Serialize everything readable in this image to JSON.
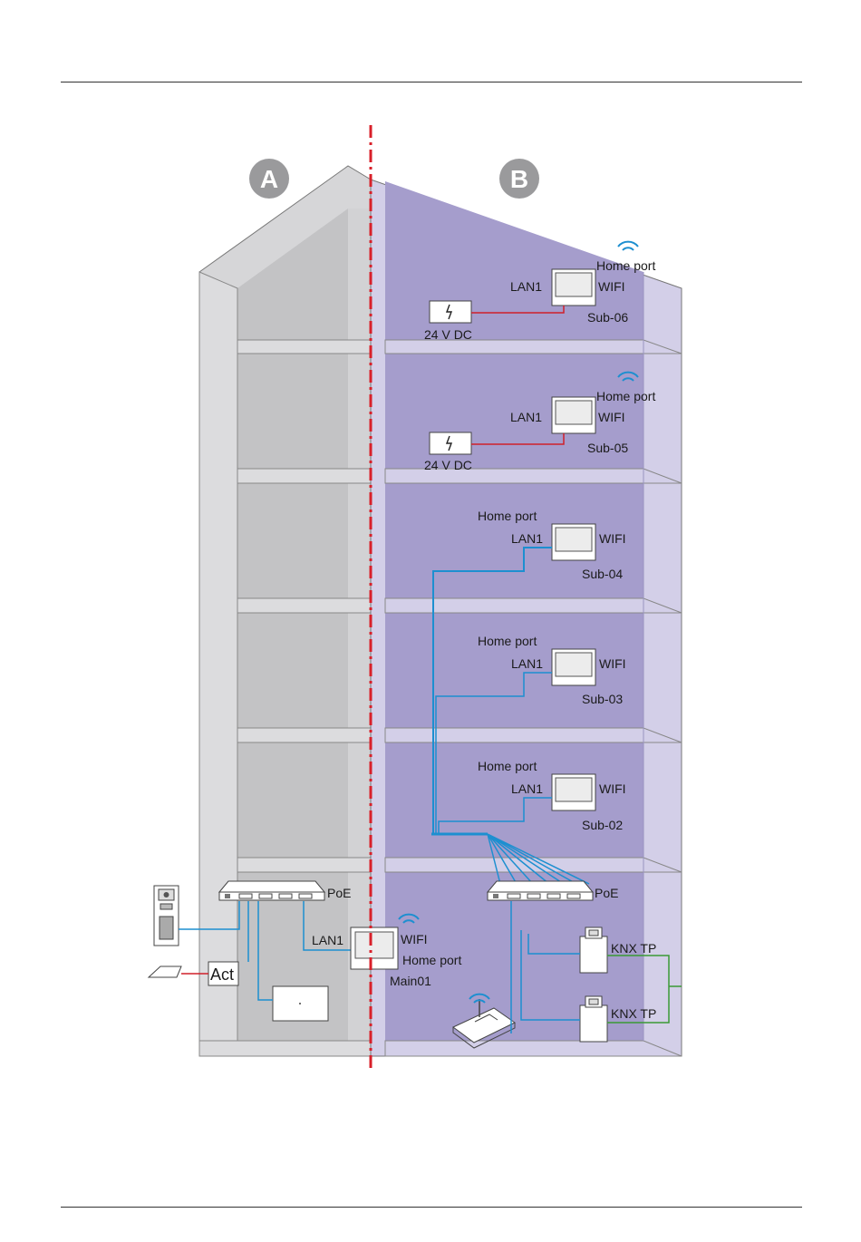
{
  "zones": {
    "a": "A",
    "b": "B"
  },
  "floors": [
    {
      "id": "Sub-06",
      "lan": "LAN1",
      "wifi": "WIFI",
      "home_port": "Home port",
      "power": "24 V DC"
    },
    {
      "id": "Sub-05",
      "lan": "LAN1",
      "wifi": "WIFI",
      "home_port": "Home port",
      "power": "24 V DC"
    },
    {
      "id": "Sub-04",
      "lan": "LAN1",
      "wifi": "WIFI",
      "home_port": "Home port"
    },
    {
      "id": "Sub-03",
      "lan": "LAN1",
      "wifi": "WIFI",
      "home_port": "Home port"
    },
    {
      "id": "Sub-02",
      "lan": "LAN1",
      "wifi": "WIFI",
      "home_port": "Home port"
    }
  ],
  "ground": {
    "poe_left": "PoE",
    "poe_right": "PoE",
    "main": {
      "id": "Main01",
      "lan": "LAN1",
      "wifi": "WIFI",
      "home_port": "Home port"
    },
    "actuator": "Act",
    "knx": [
      "KNX TP",
      "KNX TP"
    ]
  },
  "colors": {
    "purple_fill": "#a59dcc",
    "purple_light": "#d3cfe8",
    "gray_fill": "#c6c6c8",
    "gray_wall": "#d6d6d8",
    "lan_line": "#1d8fd0",
    "power_line": "#d0202a",
    "knx_line": "#3a9a35",
    "divider": "#d8202a",
    "wifi_icon": "#1d8fd0"
  }
}
